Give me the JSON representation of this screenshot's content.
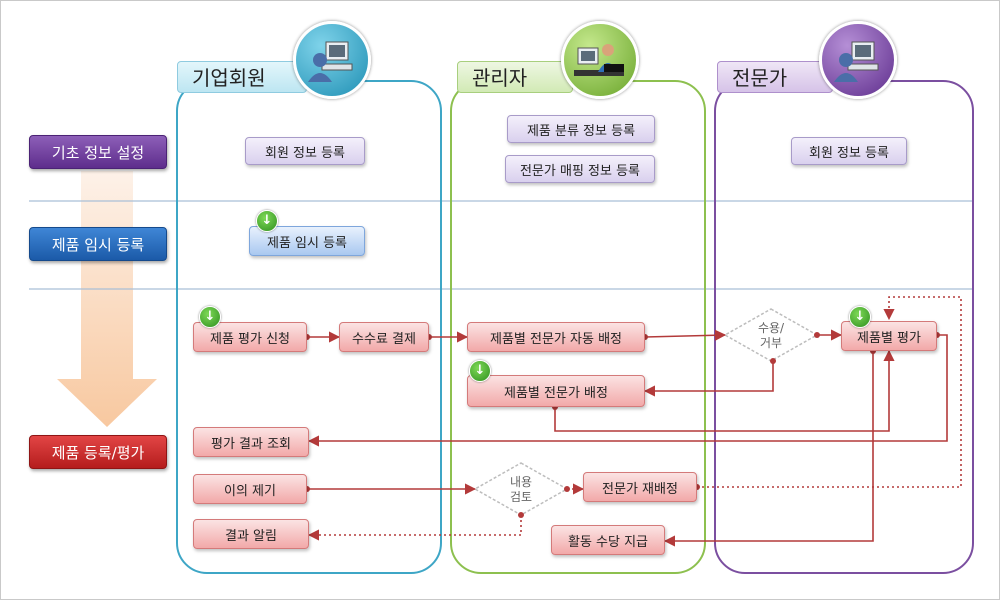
{
  "lanes": {
    "member": {
      "title": "기업회원",
      "icon": "computer-user-icon",
      "color": "#3ea6c6"
    },
    "admin": {
      "title": "관리자",
      "icon": "admin-workstation-icon",
      "color": "#8dc04f"
    },
    "expert": {
      "title": "전문가",
      "icon": "computer-user-icon",
      "color": "#7b4fa0"
    }
  },
  "stages": {
    "basic": "기초 정보 설정",
    "temp": "제품 임시 등록",
    "eval": "제품 등록/평가"
  },
  "nodes": {
    "member_info_reg": "회원 정보 등록",
    "product_class_reg": "제품 분류 정보 등록",
    "expert_map_reg": "전문가 매핑 정보 등록",
    "expert_info_reg": "회원 정보 등록",
    "temp_reg": "제품 임시 등록",
    "eval_request": "제품 평가 신청",
    "fee_payment": "수수료 결제",
    "auto_assign": "제품별 전문가 자동 배정",
    "accept_reject": "수용/\n거부",
    "product_eval": "제품별 평가",
    "manual_assign": "제품별 전문가 배정",
    "result_view": "평가 결과 조회",
    "objection": "이의 제기",
    "content_review": "내용\n검토",
    "reassign": "전문가 재배정",
    "result_notice": "결과 알림",
    "activity_pay": "활동 수당 지급"
  },
  "colors": {
    "flow": "#b33a3a",
    "gridline": "#a9bfd6",
    "stage_arrow": "#f9c9a1"
  }
}
